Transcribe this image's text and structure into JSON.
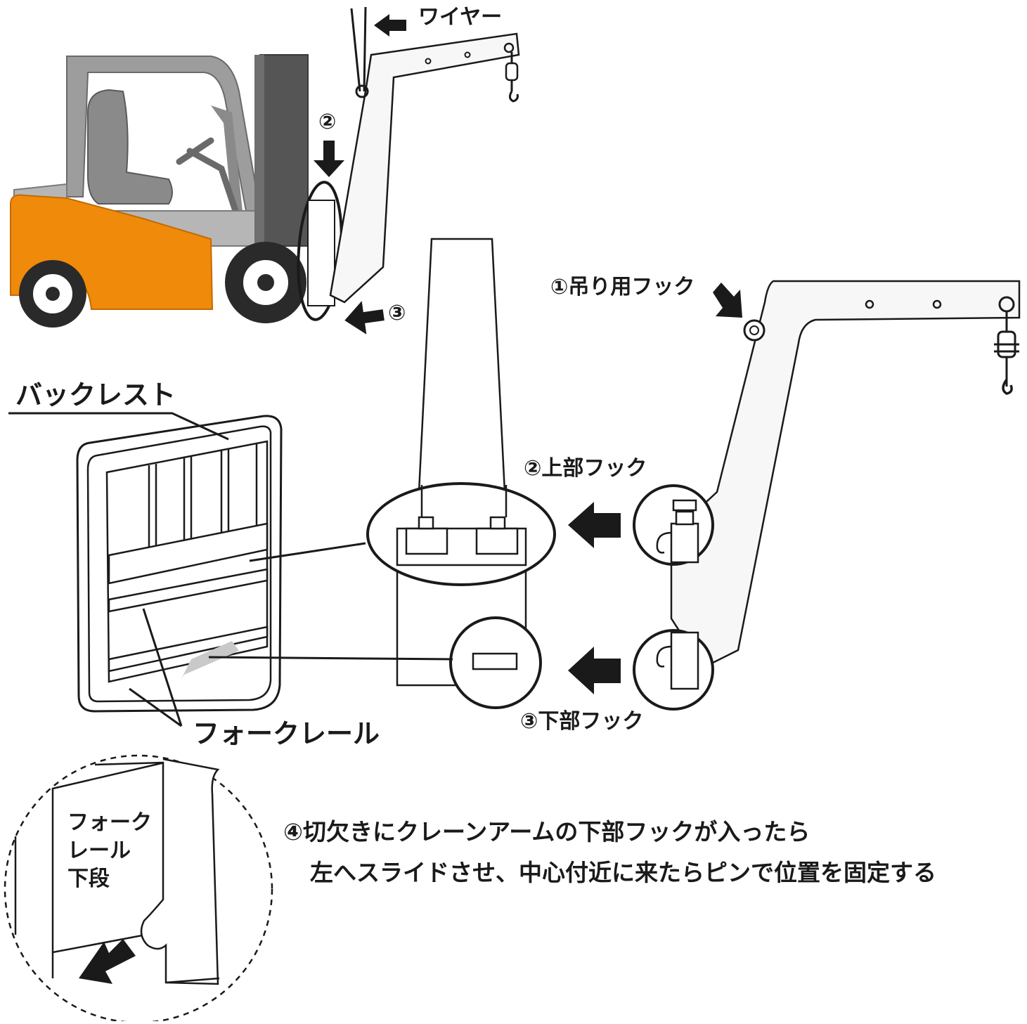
{
  "labels": {
    "wire": "ワイヤー",
    "step2_mark": "②",
    "step3_mark": "③",
    "lifting_hook": "①吊り用フック",
    "upper_hook": "②上部フック",
    "lower_hook": "③下部フック",
    "backrest": "バックレスト",
    "fork_rail": "フォークレール",
    "detail_line1": "フォーク",
    "detail_line2": "レール",
    "detail_line3": "下段",
    "note_line1": "④切欠きにクレーンアームの下部フックが入ったら",
    "note_line2": "左へスライドさせ、中心付近に来たらピンで位置を固定する"
  },
  "colors": {
    "forklift_body": "#f08a0b",
    "forklift_gray": "#9d9d9d",
    "mast_dark": "#555555",
    "line": "#1a1a1a",
    "arm_fill": "#f7f7f7"
  },
  "icons": [
    "arrow-icon",
    "hook-icon",
    "forklift-illustration",
    "crane-arm-illustration",
    "backrest-illustration",
    "fork-rail-detail"
  ]
}
